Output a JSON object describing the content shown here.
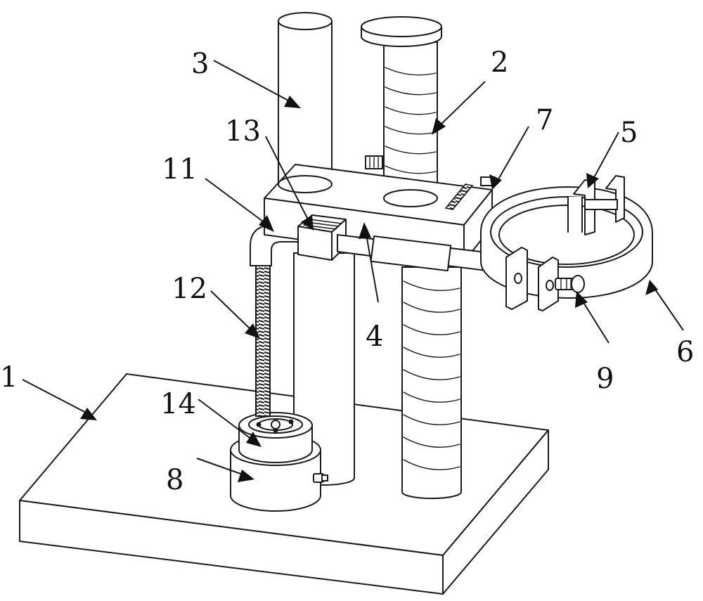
{
  "callouts": [
    {
      "id": "1",
      "label": "1"
    },
    {
      "id": "2",
      "label": "2"
    },
    {
      "id": "3",
      "label": "3"
    },
    {
      "id": "4",
      "label": "4"
    },
    {
      "id": "5",
      "label": "5"
    },
    {
      "id": "6",
      "label": "6"
    },
    {
      "id": "7",
      "label": "7"
    },
    {
      "id": "8",
      "label": "8"
    },
    {
      "id": "9",
      "label": "9"
    },
    {
      "id": "11",
      "label": "11"
    },
    {
      "id": "12",
      "label": "12"
    },
    {
      "id": "13",
      "label": "13"
    },
    {
      "id": "14",
      "label": "14"
    }
  ]
}
